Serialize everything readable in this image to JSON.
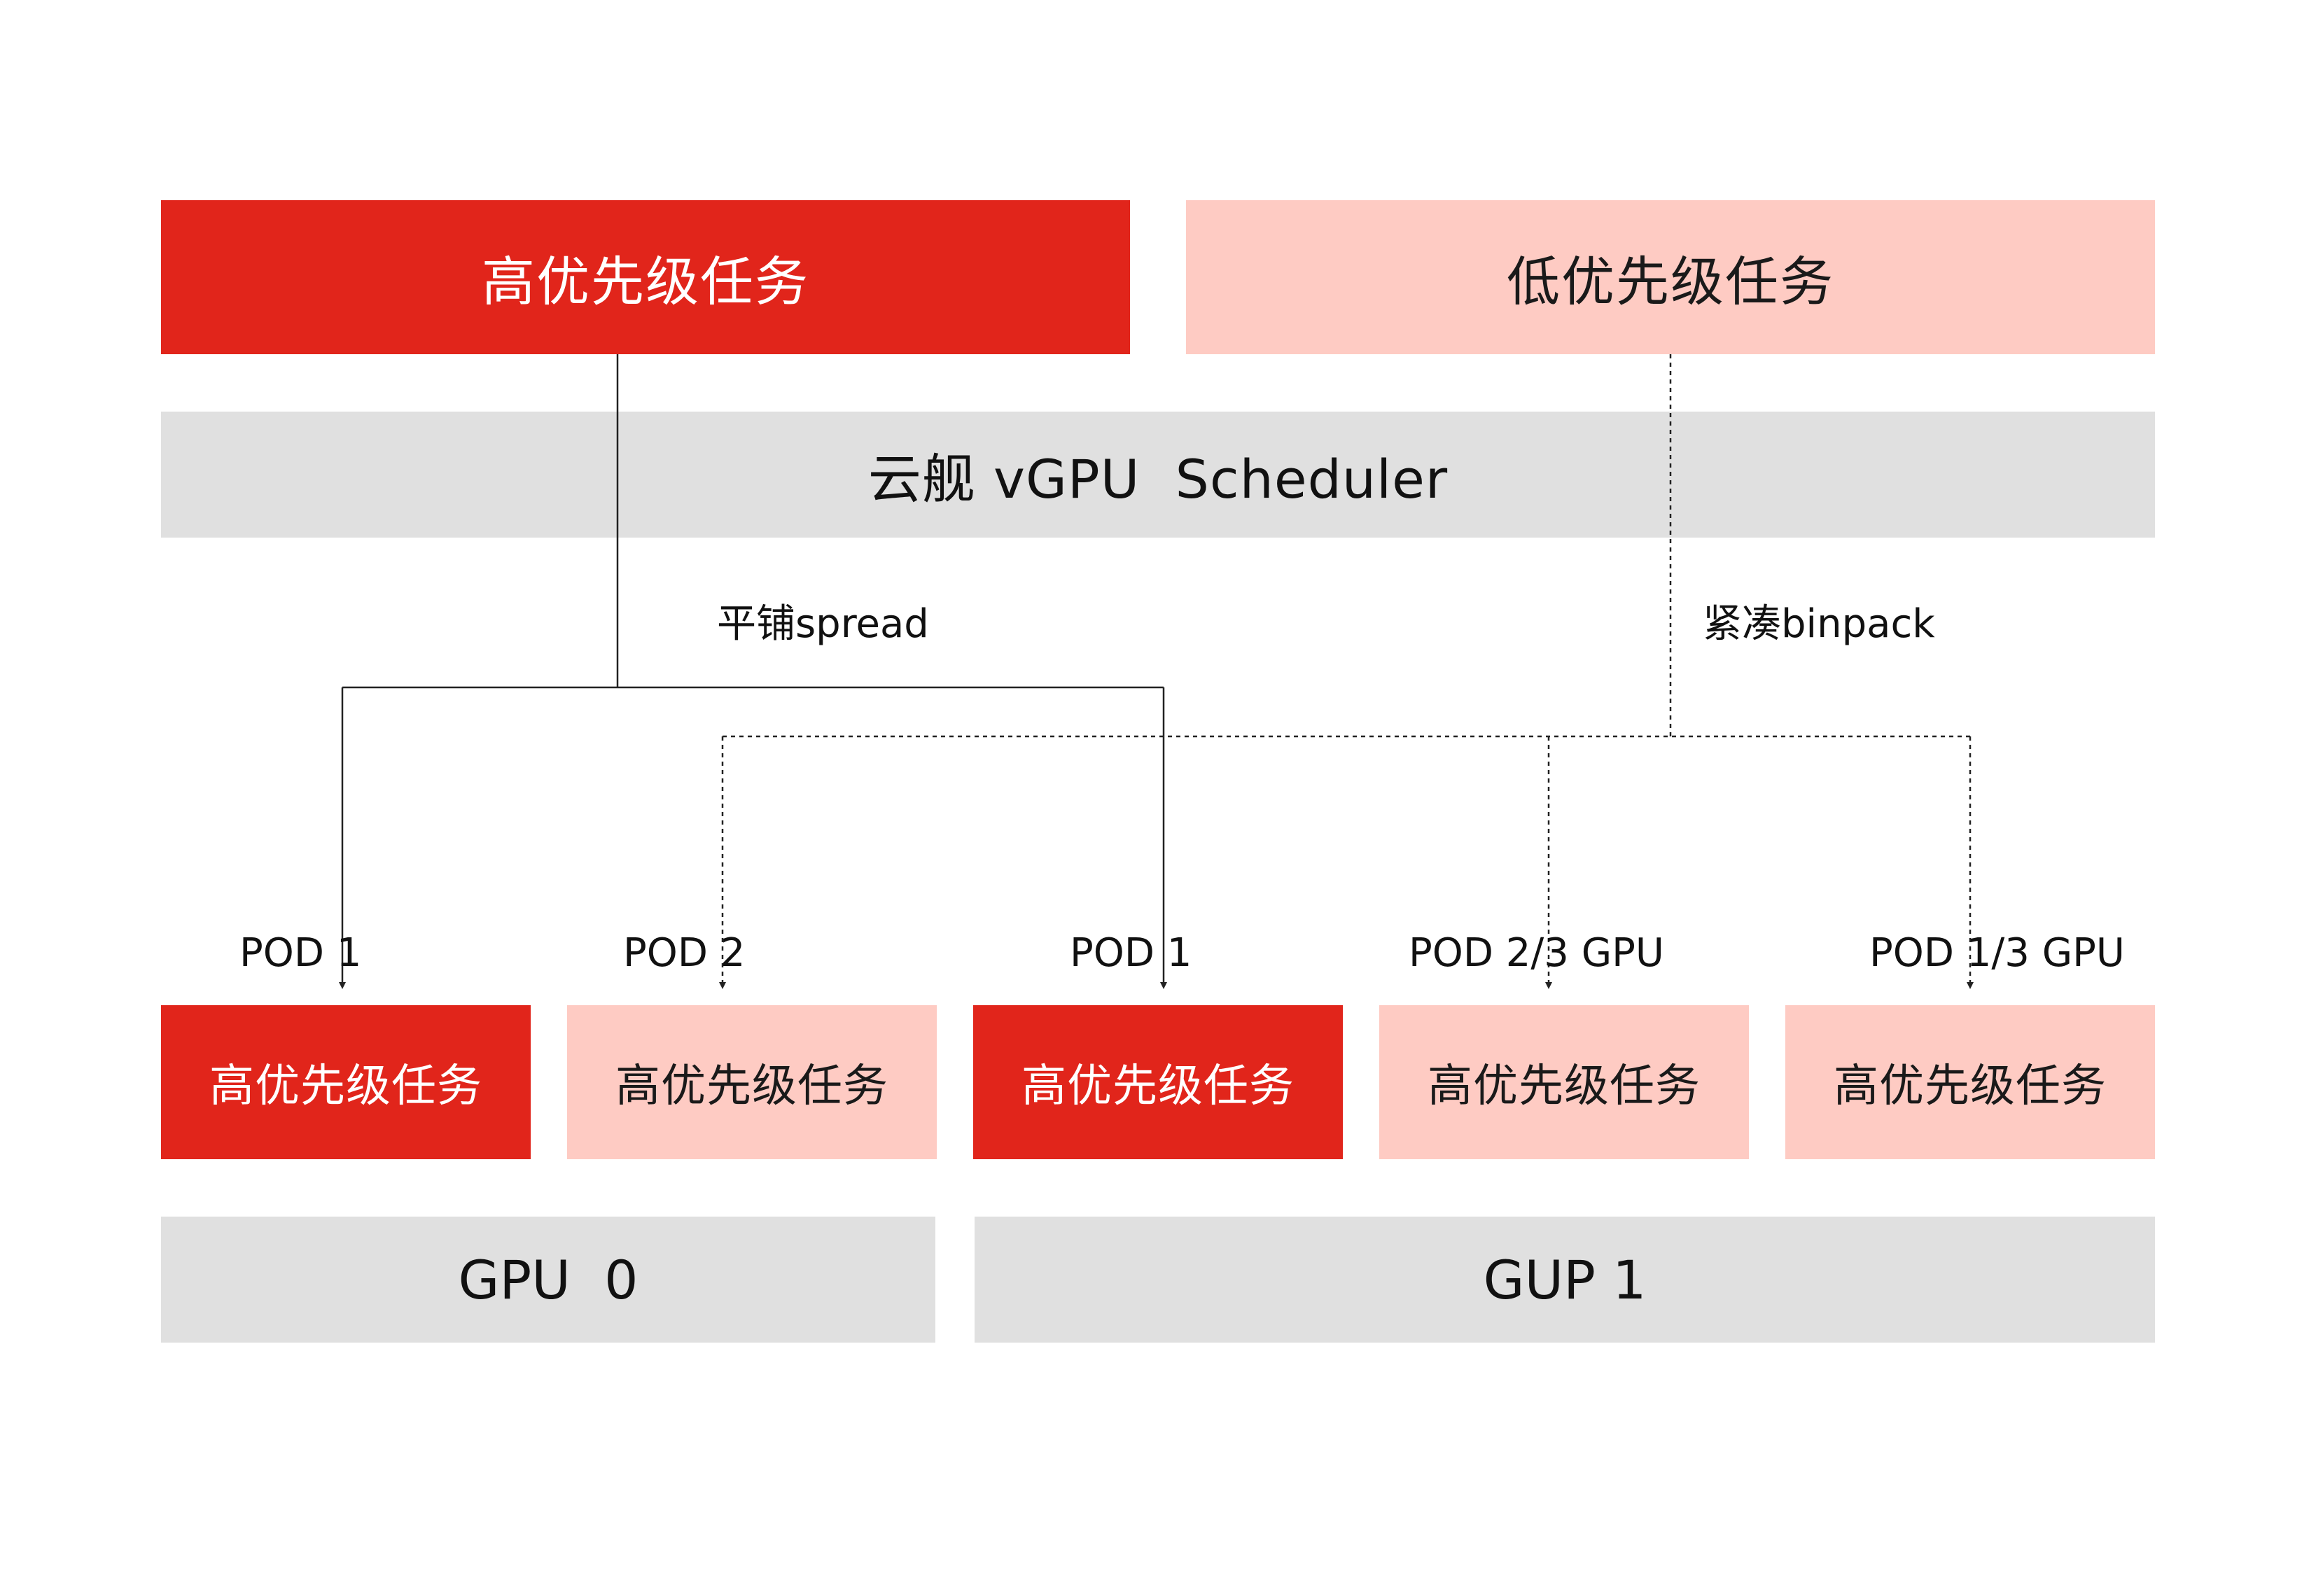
{
  "top_tasks": {
    "high": "高优先级任务",
    "low": "低优先级任务"
  },
  "scheduler": {
    "label": "云舰 vGPU  Scheduler"
  },
  "strategies": {
    "spread": "平铺spread",
    "binpack": "紧凑binpack"
  },
  "pods": [
    {
      "label": "POD 1",
      "task": "高优先级任务",
      "priority": "high"
    },
    {
      "label": "POD 2",
      "task": "高优先级任务",
      "priority": "low"
    },
    {
      "label": "POD 1",
      "task": "高优先级任务",
      "priority": "high"
    },
    {
      "label": "POD 2/3 GPU",
      "task": "高优先级任务",
      "priority": "low"
    },
    {
      "label": "POD 1/3 GPU",
      "task": "高优先级任务",
      "priority": "low"
    }
  ],
  "gpus": [
    {
      "label": "GPU  0"
    },
    {
      "label": "GUP 1"
    }
  ],
  "colors": {
    "high": "#e1251b",
    "low": "#fecbc3",
    "gray": "#e0e0e0",
    "line": "#222222"
  }
}
